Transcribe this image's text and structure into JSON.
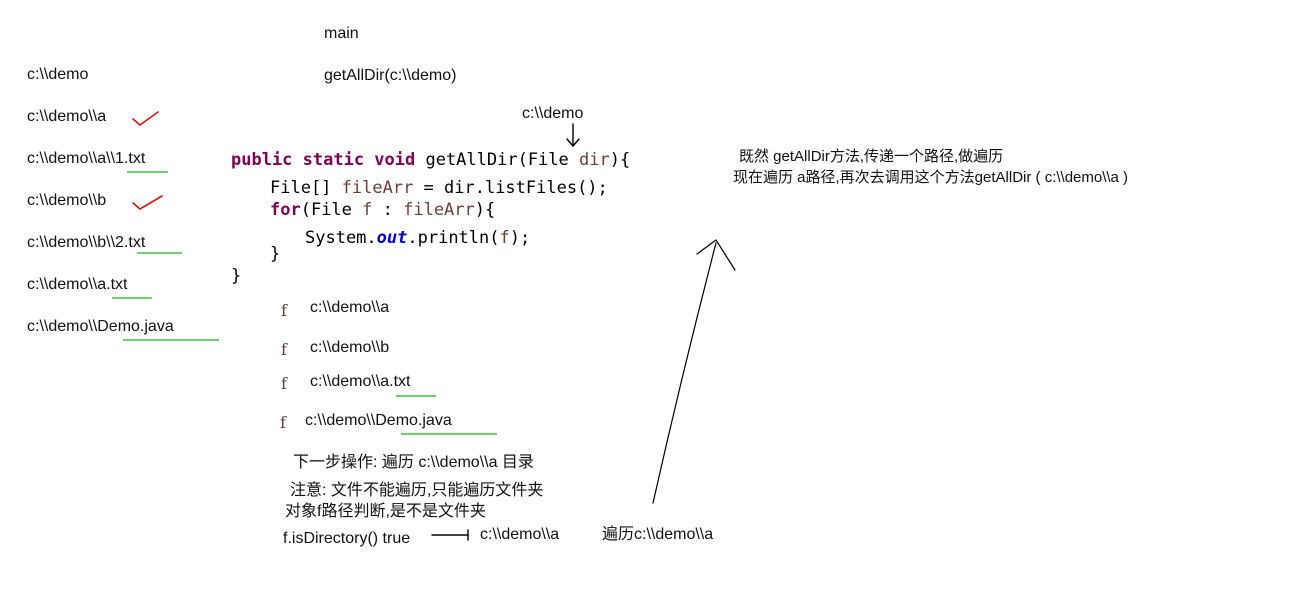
{
  "top": {
    "main": "main",
    "call": "getAllDir(c:\\\\demo)"
  },
  "tree": [
    {
      "text": "c:\\\\demo"
    },
    {
      "text": "c:\\\\demo\\\\a"
    },
    {
      "text": "c:\\\\demo\\\\a\\\\1.txt"
    },
    {
      "text": "c:\\\\demo\\\\b"
    },
    {
      "text": "c:\\\\demo\\\\b\\\\2.txt"
    },
    {
      "text": "c:\\\\demo\\\\a.txt"
    },
    {
      "text": "c:\\\\demo\\\\Demo.java"
    }
  ],
  "param_note": "c:\\\\demo",
  "code": {
    "line1": {
      "kw": "public static void",
      "sig": " getAllDir(File ",
      "param": "dir",
      "end": "){"
    },
    "line2": {
      "a": "File[] ",
      "v": "fileArr",
      "b": " = dir.listFiles();"
    },
    "line3": {
      "kw": "for",
      "a": "(File ",
      "v1": "f",
      "b": " : ",
      "v2": "fileArr",
      "c": "){"
    },
    "line4": {
      "a": "System.",
      "fld": "out",
      "b": ".println(",
      "v": "f",
      "c": ");"
    },
    "line5": "}",
    "line6": "}"
  },
  "results": [
    {
      "var": "f",
      "path": "c:\\\\demo\\\\a"
    },
    {
      "var": "f",
      "path": "c:\\\\demo\\\\b"
    },
    {
      "var": "f",
      "path": "c:\\\\demo\\\\a.txt"
    },
    {
      "var": "f",
      "path": "c:\\\\demo\\\\Demo.java"
    }
  ],
  "notes": {
    "next_step": "下一步操作: 遍历 c:\\\\demo\\\\a 目录",
    "attention": "注意: 文件不能遍历,只能遍历文件夹",
    "check": "对象f路径判断,是不是文件夹",
    "isdir": "f.isDirectory() true",
    "arrow_target": "c:\\\\demo\\\\a",
    "traverse": "遍历c:\\\\demo\\\\a"
  },
  "right_note": {
    "line1": "既然 getAllDir方法,传递一个路径,做遍历",
    "line2": "现在遍历 a路径,再次去调用这个方法getAllDir ( c:\\\\demo\\\\a )"
  },
  "colors": {
    "check_mark": "#e01010",
    "underline": "#19b519",
    "arrow": "#000000"
  }
}
